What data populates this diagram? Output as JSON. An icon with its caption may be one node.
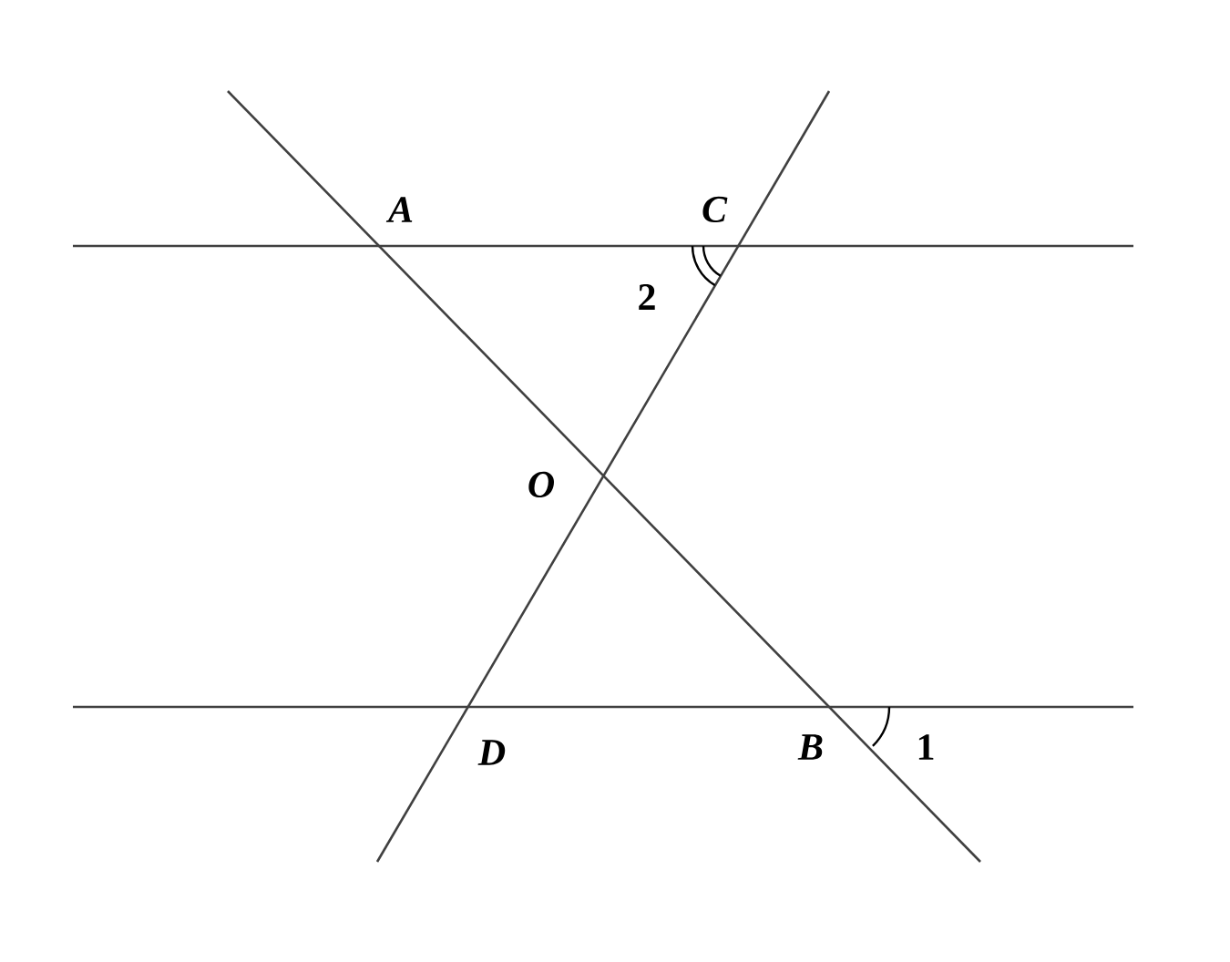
{
  "diagram": {
    "labels": [
      "A",
      "C",
      "2",
      "O",
      "D",
      "B",
      "1"
    ]
  }
}
